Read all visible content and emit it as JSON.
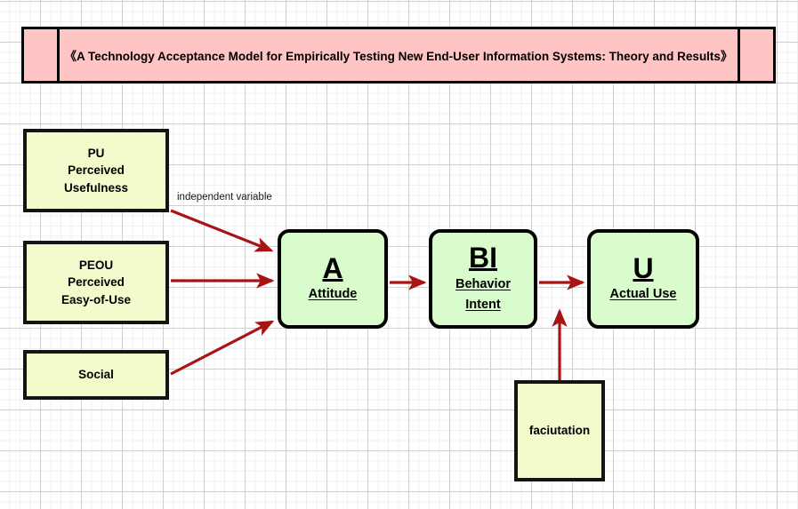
{
  "header": {
    "title": "《A Technology Acceptance Model for Empirically Testing New End-User Information Systems: Theory and Results》",
    "fill_color": "#FFC4C4",
    "border_color": "#000000"
  },
  "colors": {
    "yellow_fill": "#F5FACD",
    "green_fill": "#D9FCCC",
    "pink_fill": "#FFC4C4",
    "arrow_red": "#A81414",
    "box_border": "#000000",
    "grid_minor": "#F0F0F0",
    "grid_major": "#CFCFCF",
    "background": "#FFFFFF"
  },
  "boxes": {
    "pu": {
      "lines": [
        "PU",
        "Perceived",
        "Usefulness"
      ],
      "shape": "rectangle",
      "fill": "#F5FACD"
    },
    "peou": {
      "lines": [
        "PEOU",
        "Perceived",
        "Easy-of-Use"
      ],
      "shape": "rectangle",
      "fill": "#F5FACD"
    },
    "social": {
      "lines": [
        "Social"
      ],
      "shape": "rectangle",
      "fill": "#F5FACD"
    },
    "facilitation": {
      "lines": [
        "faciutation"
      ],
      "shape": "rectangle",
      "fill": "#F5FACD"
    },
    "attitude": {
      "abbr": "A",
      "name": "Attitude",
      "shape": "rounded-rectangle",
      "fill": "#D9FCCC"
    },
    "behavior_intent": {
      "abbr": "BI",
      "name_line1": "Behavior ",
      "name_line2": "Intent",
      "shape": "rounded-rectangle",
      "fill": "#D9FCCC"
    },
    "actual_use": {
      "abbr": "U",
      "name": "Actual Use",
      "shape": "rounded-rectangle",
      "fill": "#D9FCCC"
    }
  },
  "labels": {
    "independent_variable": "independent variable"
  },
  "arrows": [
    {
      "name": "pu-to-attitude",
      "from": "pu",
      "to": "attitude",
      "style": "diagonal-down"
    },
    {
      "name": "peou-to-attitude",
      "from": "peou",
      "to": "attitude",
      "style": "horizontal"
    },
    {
      "name": "social-to-attitude",
      "from": "social",
      "to": "attitude",
      "style": "diagonal-up"
    },
    {
      "name": "attitude-to-behavior",
      "from": "attitude",
      "to": "behavior_intent",
      "style": "horizontal"
    },
    {
      "name": "behavior-to-actual-use",
      "from": "behavior_intent",
      "to": "actual_use",
      "style": "horizontal"
    },
    {
      "name": "facilitation-to-behavior",
      "from": "facilitation",
      "to": "behavior_intent",
      "style": "vertical-up"
    }
  ]
}
